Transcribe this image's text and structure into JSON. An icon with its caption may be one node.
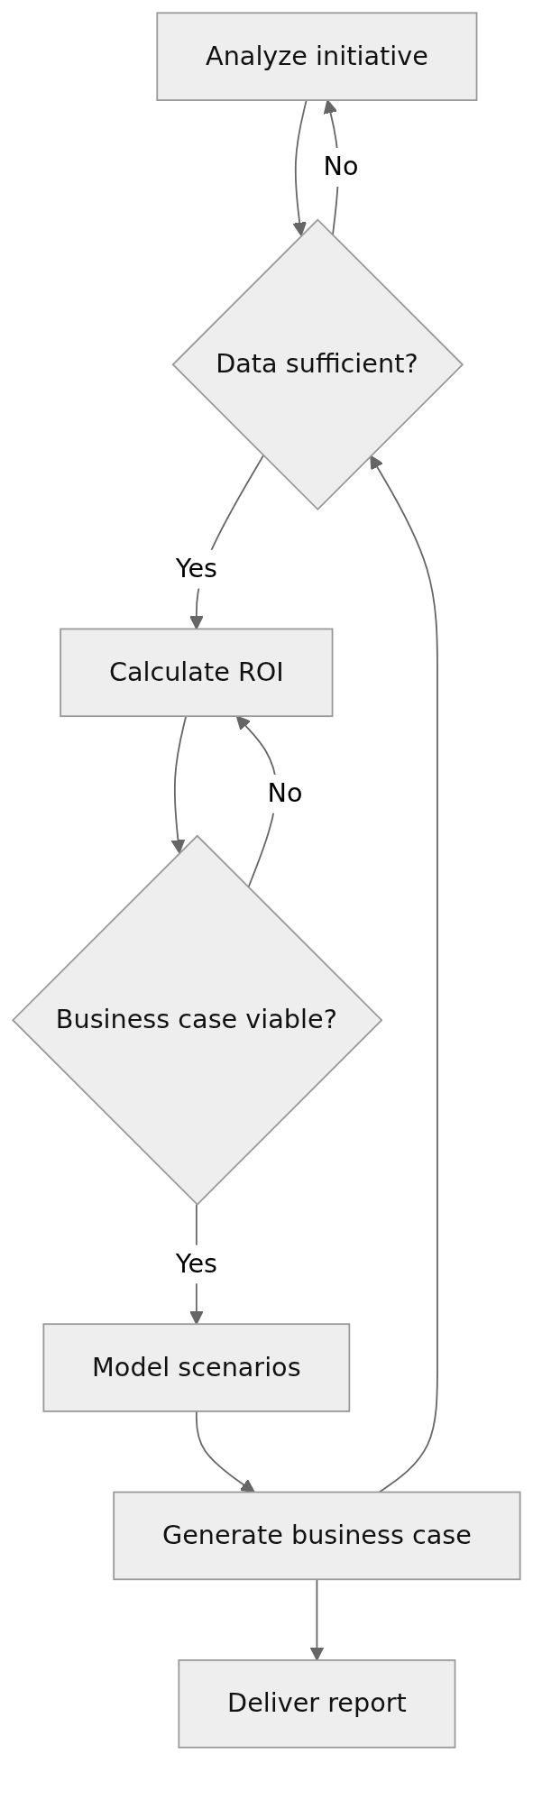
{
  "diagram": {
    "nodes": [
      {
        "text": [
          "Analyze initiative"
        ]
      },
      {
        "text": [
          "Data sufficient?"
        ]
      },
      {
        "text": [
          "Calculate ROI"
        ]
      },
      {
        "text": [
          "Business case viable?"
        ]
      },
      {
        "text": [
          "Model scenarios"
        ]
      },
      {
        "text": [
          "Generate business case"
        ]
      },
      {
        "text": [
          "Deliver report"
        ]
      }
    ],
    "edges": [
      {
        "from": 0,
        "to": 1,
        "arrow": "to"
      },
      {
        "from": 1,
        "to": 0,
        "label": "No",
        "arrow": "to"
      },
      {
        "from": 1,
        "to": 2,
        "label": "Yes",
        "arrow": "to"
      },
      {
        "from": 2,
        "to": 3,
        "arrow": "to"
      },
      {
        "from": 3,
        "to": 2,
        "label": "No",
        "arrow": "to"
      },
      {
        "from": 3,
        "to": 4,
        "label": "Yes",
        "arrow": "to"
      },
      {
        "from": 4,
        "to": 5,
        "arrow": "to"
      },
      {
        "from": 5,
        "to": 1,
        "arrow": "to"
      },
      {
        "from": 5,
        "to": 6,
        "arrow": "to"
      }
    ]
  }
}
